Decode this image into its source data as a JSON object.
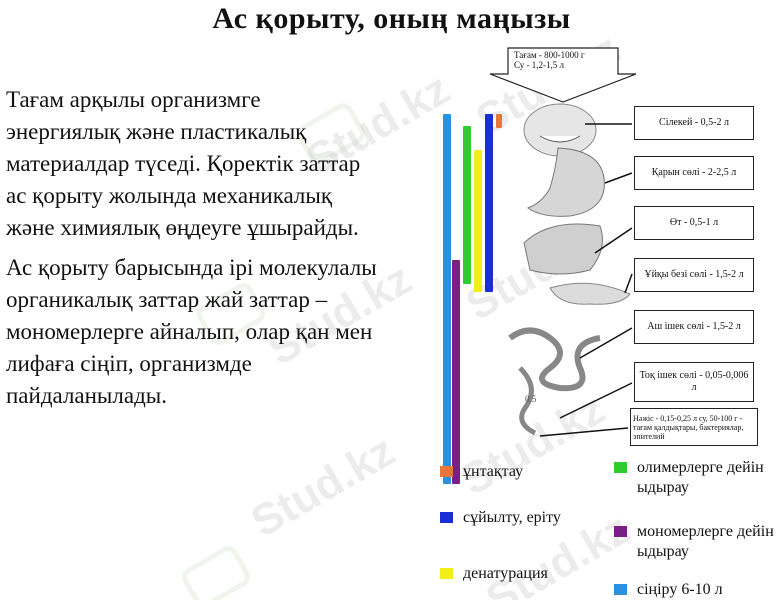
{
  "title": "Ас қорыту, оның маңызы",
  "paragraphs": [
    "Тағам арқылы организмге энергиялық және пластикалық материалдар түседі. Қоректік заттар ас қорыту жолында механикалық және химиялық өңдеуге ұшырайды.",
    "Ас қорыту барысында ірі молекулалы органикалық заттар жай заттар – мономерлерге айналып, олар қан мен лифаға сіңіп, организмде пайдаланылады."
  ],
  "diagram": {
    "intake_label": "Тағам - 800-1000 г\nСу - 1,2-1,5 л",
    "small_label": "0.5",
    "callouts": [
      "Сілекей - 0,5-2 л",
      "Қарын сөлі - 2-2,5 л",
      "Өт - 0,5-1 л",
      "Ұйқы безі сөлі - 1,5-2 л",
      "Аш ішек сөлі - 1,5-2 л",
      "Тоқ ішек сөлі - 0,05-0,006 л",
      "Нәжіс - 0,15-0,25 л су, 50-100 г - тағам қалдықтары, бактериялар, эпителий"
    ]
  },
  "legend": [
    {
      "label": "ұнтақтау",
      "color": "#e8763a"
    },
    {
      "label": "олимерлерге дейін ыдырау",
      "color": "#2ecc2e"
    },
    {
      "label": "сұйылту, еріту",
      "color": "#1a2ed6"
    },
    {
      "label": "мономерлерге дейін ыдырау",
      "color": "#7a1f86"
    },
    {
      "label": "денатурация",
      "color": "#f2ee1a"
    },
    {
      "label": "сіңіру 6-10 л",
      "color": "#2a90e0"
    }
  ],
  "watermark": "Stud.kz"
}
